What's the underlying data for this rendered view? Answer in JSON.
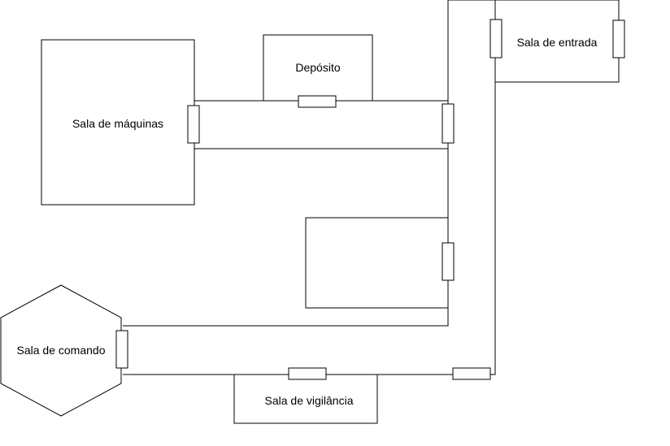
{
  "diagram": {
    "line_color": "#000000",
    "background": "#ffffff",
    "rooms": {
      "machine_room": "Sala de máquinas",
      "storage": "Depósito",
      "entrance": "Sala de entrada",
      "unlabeled_room": "",
      "command_room": "Sala de comando",
      "surveillance": "Sala de vigilância"
    }
  }
}
